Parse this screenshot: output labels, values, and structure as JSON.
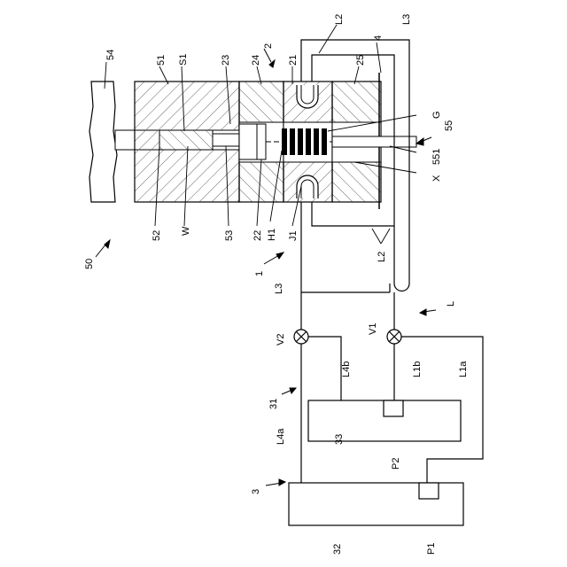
{
  "diagram": {
    "labels": {
      "n54": "54",
      "n51": "51",
      "nS1": "S1",
      "n23": "23",
      "n24": "24",
      "n2": "2",
      "n21": "21",
      "nL2_top": "L2",
      "n25": "25",
      "n4": "4",
      "nL3_top": "L3",
      "nG": "G",
      "n55": "55",
      "n551": "551",
      "nX": "X",
      "n52": "52",
      "nW": "W",
      "n53": "53",
      "n22": "22",
      "nH1": "H1",
      "nJ1": "J1",
      "nL2_bot": "L2",
      "n50": "50",
      "n1": "1",
      "nL3_mid": "L3",
      "nL": "L",
      "nV2": "V2",
      "nV1": "V1",
      "nL4b": "L4b",
      "nL1b": "L1b",
      "nL1a": "L1a",
      "n31": "31",
      "nL4a": "L4a",
      "n33": "33",
      "nP2": "P2",
      "n3": "3",
      "n32": "32",
      "nP1": "P1"
    }
  }
}
